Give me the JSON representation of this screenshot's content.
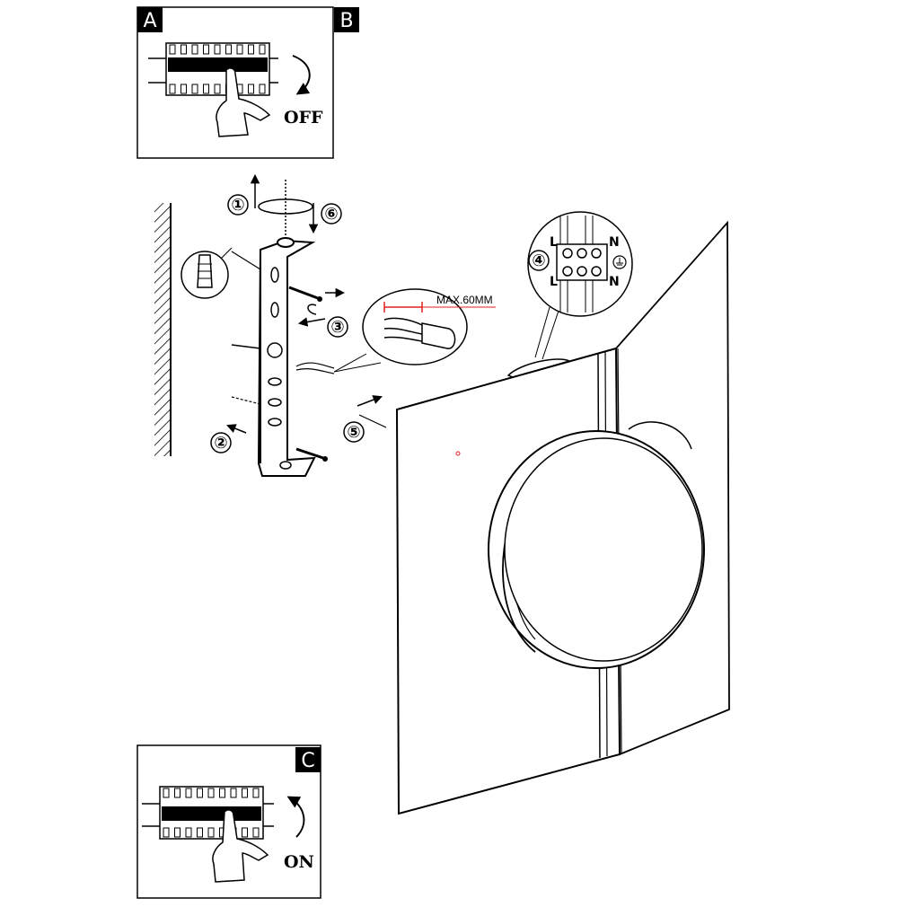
{
  "panels": {
    "a": {
      "label": "A",
      "action": "OFF"
    },
    "b": {
      "label": "B"
    },
    "c": {
      "label": "C",
      "action": "ON"
    }
  },
  "steps": [
    "①",
    "②",
    "③",
    "④",
    "⑤",
    "⑥"
  ],
  "cable_callout": {
    "label": "MAX.60MM",
    "accent": "#e02020"
  },
  "terminal_block": {
    "left_top": "L",
    "left_bottom": "L",
    "right_top": "N",
    "right_bottom": "N"
  },
  "colors": {
    "line": "#000000",
    "background": "#ffffff",
    "accent": "#e02020"
  }
}
